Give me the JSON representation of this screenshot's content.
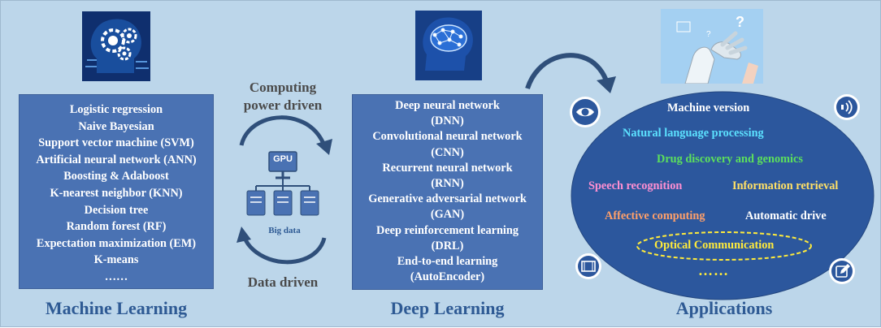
{
  "machine_learning": {
    "title": "Machine Learning",
    "items": [
      "Logistic regression",
      "Naive Bayesian",
      "Support vector machine (SVM)",
      "Artificial neural network (ANN)",
      "Boosting & Adaboost",
      "K-nearest neighbor (KNN)",
      "Decision tree",
      "Random forest (RF)",
      "Expectation maximization (EM)",
      "K-means",
      "……"
    ]
  },
  "middle": {
    "top_label_line1": "Computing",
    "top_label_line2": "power driven",
    "bottom_label": "Data driven",
    "gpu_label": "GPU",
    "big_data_label": "Big data"
  },
  "deep_learning": {
    "title": "Deep Learning",
    "items": [
      "Deep neural network",
      "(DNN)",
      "Convolutional neural network",
      "(CNN)",
      "Recurrent neural network",
      "(RNN)",
      "Generative adversarial network",
      "(GAN)",
      "Deep reinforcement learning",
      "(DRL)",
      "End-to-end learning",
      "(AutoEncoder)"
    ]
  },
  "applications": {
    "title": "Applications",
    "machine_version": "Machine version",
    "nlp": "Natural language processing",
    "drug": "Drug discovery and genomics",
    "speech": "Speech recognition",
    "info_retrieval": "Information retrieval",
    "affective": "Affective computing",
    "auto_drive": "Automatic drive",
    "optical": "Optical Communication",
    "dots": "……"
  },
  "icons": {
    "ml_image": "ai-head-gears-icon",
    "dl_image": "brain-network-icon",
    "app_image": "robot-hand-icon",
    "eye": "eye-icon",
    "sound": "sound-waves-icon",
    "film": "film-icon",
    "edit": "edit-icon",
    "gpu": "gpu-computer-icon",
    "servers": "server-icon"
  },
  "colors": {
    "background": "#bcd6ea",
    "panel": "#4a72b3",
    "title": "#2e5a94",
    "nlp": "#5ce1ff",
    "drug": "#5ce05c",
    "speech": "#ff8fd2",
    "info_retrieval": "#ffe066",
    "affective": "#ffa06a",
    "optical": "#ffeb3b"
  }
}
